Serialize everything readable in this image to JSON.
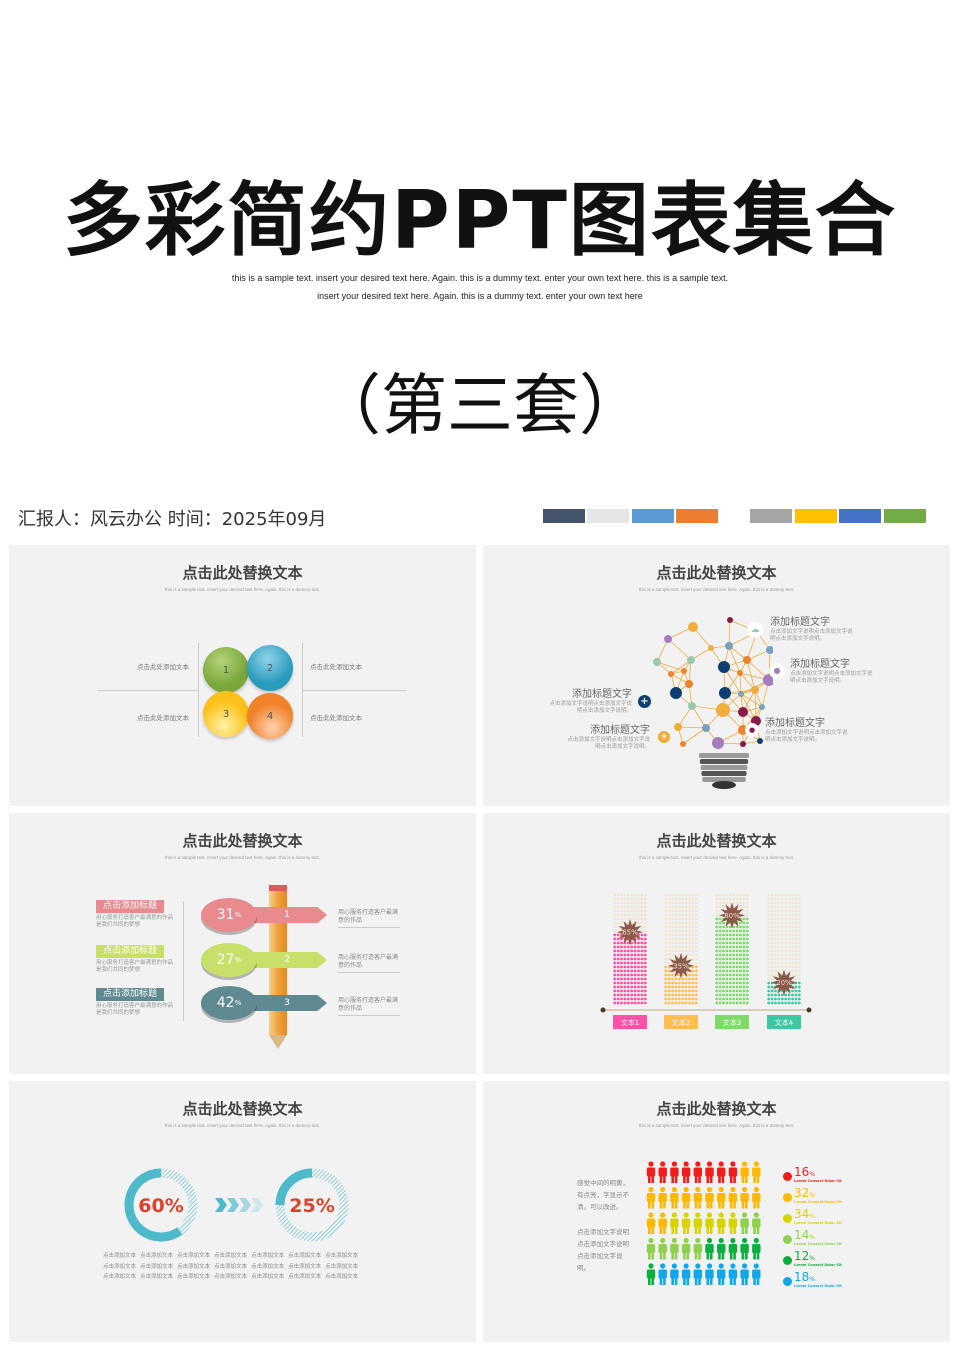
{
  "cover": {
    "title": "多彩简约PPT图表集合",
    "subtitle_line1": "this is a sample text. insert your desired text here. Again. this is a dummy text. enter your own text here. this is a sample text.",
    "subtitle_line2": "insert your desired text here. Again. this is a dummy text. enter your own text here",
    "set_title": "（第三套）",
    "reporter": "汇报人：风云办公   时间：2025年09月",
    "palette": [
      "#44546a",
      "#e7e6e6",
      "#5b9bd5",
      "#ed7d31",
      "#a5a5a5",
      "#ffc000",
      "#4472c4",
      "#70ad47"
    ]
  },
  "slides": {
    "title": "点击此处替换文本",
    "subtitle": "this is a sample text. insert your desired text here. Again. this is a dummy text.",
    "s1": {
      "labels": [
        "点击此处添加文本",
        "点击此处添加文本",
        "点击此处添加文本",
        "点击此处添加文本"
      ],
      "numbers": [
        "1",
        "2",
        "3",
        "4"
      ],
      "colors": [
        "#7aa63a",
        "#2a9bbd",
        "#fcc21b",
        "#f0822a"
      ]
    },
    "s2": {
      "items": [
        {
          "title": "添加标题文字",
          "desc1": "点击添加文字说明点击添加文字说",
          "desc2": "明点击添加文字说明。",
          "icon": "cloud-icon"
        },
        {
          "title": "添加标题文字",
          "desc1": "点击添加文字说明点击添加文字说",
          "desc2": "明点击添加文字说明。",
          "icon": "user-icon"
        },
        {
          "title": "添加标题文字",
          "desc1": "点击添加文字说明点击添加文字说",
          "desc2": "明点击添加文字说明。",
          "icon": "user-icon"
        },
        {
          "title": "添加标题文字",
          "desc1": "点击添加文字说明点击添加文字说",
          "desc2": "明点击添加文字说明。",
          "icon": "plus-circle-icon"
        },
        {
          "title": "添加标题文字",
          "desc1": "点击添加文字说明点击添加文字说",
          "desc2": "明点击添加文字说明。",
          "icon": "plus-circle-icon"
        }
      ]
    },
    "s3": {
      "rows": [
        {
          "label": "点击添加标题",
          "desc": "用心服务打造客户最满意的作品是我们共同的梦想",
          "value": "31",
          "unit": "%",
          "num": "1",
          "right": "用心服务打造客户最满意的作品",
          "color": "#e88a8e"
        },
        {
          "label": "点击添加标题",
          "desc": "用心服务打造客户最满意的作品是我们共同的梦想",
          "value": "27",
          "unit": "%",
          "num": "2",
          "right": "用心服务打造客户最满意的作品",
          "color": "#c8e06a"
        },
        {
          "label": "点击添加标题",
          "desc": "用心服务打造客户最满意的作品是我们共同的梦想",
          "value": "42",
          "unit": "%",
          "num": "3",
          "right": "用心服务打造客户最满意的作品",
          "color": "#5f8a92"
        }
      ]
    },
    "s4": {
      "chart_data": {
        "type": "bar",
        "categories": [
          "文本1",
          "文本2",
          "文本3",
          "文本4"
        ],
        "values": [
          65,
          35,
          80,
          20
        ],
        "value_labels": [
          "65%",
          "35%",
          "80%",
          "20%"
        ],
        "ylim": [
          0,
          100
        ],
        "colors": [
          "#ff4fa7",
          "#ffbe4f",
          "#7edb6a",
          "#3dc7a3"
        ]
      }
    },
    "s5": {
      "donuts": [
        {
          "value": 60,
          "label": "60%"
        },
        {
          "value": 25,
          "label": "25%"
        }
      ],
      "text": "点击添加文本",
      "accent": "#4fb9cc",
      "number_color": "#e0402a"
    },
    "s6": {
      "text1": "感觉中间的明黄，有点亮，字显示不清。可以改进。",
      "text2": "点击添加文字说明点击添加文字说明点击添加文字说明。",
      "grid": [
        [
          "r",
          "r",
          "r",
          "r",
          "r",
          "r",
          "r",
          "r",
          "o",
          "o"
        ],
        [
          "o",
          "o",
          "o",
          "o",
          "o",
          "o",
          "o",
          "o",
          "o",
          "o"
        ],
        [
          "o",
          "o",
          "y",
          "y",
          "y",
          "y",
          "y",
          "y",
          "l",
          "l"
        ],
        [
          "l",
          "l",
          "l",
          "l",
          "l",
          "g",
          "g",
          "g",
          "g",
          "g"
        ],
        [
          "g",
          "b",
          "b",
          "b",
          "b",
          "b",
          "b",
          "b",
          "b",
          "b"
        ]
      ],
      "palette": {
        "r": "#f31c1c",
        "o": "#ffb800",
        "y": "#d8d400",
        "l": "#8fd14f",
        "g": "#0cae3e",
        "b": "#12a7ea"
      },
      "legend": [
        {
          "value": "16",
          "unit": "%",
          "text": "Lorem Consect Dolor Sit",
          "color": "#f31c1c"
        },
        {
          "value": "32",
          "unit": "%",
          "text": "Lorem Consect Dolor Sit",
          "color": "#ffb800"
        },
        {
          "value": "34",
          "unit": "%",
          "text": "Lorem Consect Dolor Sit",
          "color": "#d8d400"
        },
        {
          "value": "14",
          "unit": "%",
          "text": "Lorem Consect Dolor Sit",
          "color": "#8fd14f"
        },
        {
          "value": "12",
          "unit": "%",
          "text": "Lorem Consect Dolor Sit",
          "color": "#0cae3e"
        },
        {
          "value": "18",
          "unit": "%",
          "text": "Lorem Consect Dolor Sit",
          "color": "#12a7ea"
        }
      ]
    }
  }
}
